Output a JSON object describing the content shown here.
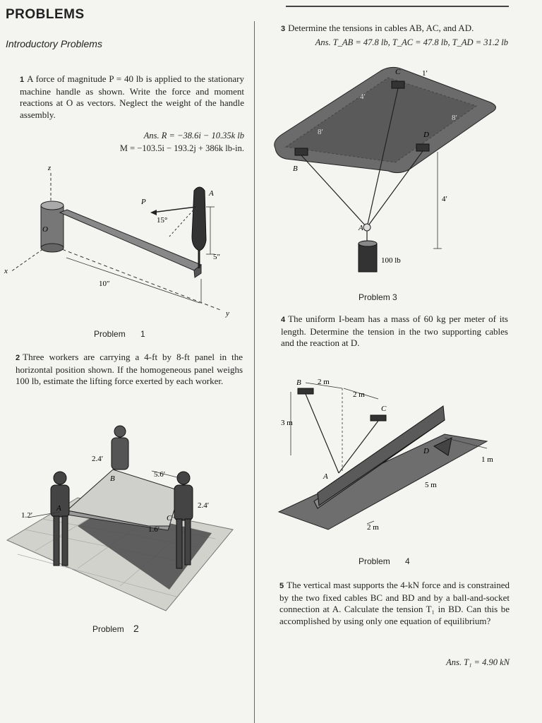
{
  "header": {
    "title": "PROBLEMS",
    "subtitle": "Introductory Problems"
  },
  "problems": [
    {
      "num": "1",
      "text": "A force of magnitude P = 40 lb is applied to the stationary machine handle as shown. Write the force and moment reactions at O as vectors. Neglect the weight of the handle assembly.",
      "ans_1": "Ans. R = −38.6i − 10.35k lb",
      "ans_2": "M = −103.5i − 193.2j + 386k lb-in.",
      "caption": "Problem",
      "caption_num": "1",
      "labels": {
        "z": "z",
        "x": "x",
        "y": "y",
        "p": "P",
        "a": "A",
        "o": "O",
        "angle": "15°",
        "d10": "10″",
        "d5": "5″"
      }
    },
    {
      "num": "2",
      "text": "Three workers are carrying a 4-ft by 8-ft panel in the horizontal position shown. If the homogeneous panel weighs 100 lb, estimate the lifting force exerted by each worker.",
      "caption": "Problem",
      "caption_num": "2",
      "labels": {
        "a": "A",
        "b": "B",
        "c": "C",
        "d24": "2.4′",
        "d56": "5.6′",
        "d24b": "2.4′",
        "d12": "1.2′",
        "d16": "1.6′"
      }
    },
    {
      "num": "3",
      "text": "Determine the tensions in cables AB, AC, and AD.",
      "ans_1": "Ans. T_AB = 47.8 lb, T_AC = 47.8 lb, T_AD = 31.2 lb",
      "caption": "Problem 3",
      "labels": {
        "b": "B",
        "c": "C",
        "d": "D",
        "a": "A",
        "d1": "1′",
        "d4": "4′",
        "d4b": "4′",
        "d8": "8′",
        "d8b": "8′",
        "weight": "100 lb"
      }
    },
    {
      "num": "4",
      "text": "The uniform I-beam has a mass of 60 kg per meter of its length. Determine the tension in the two supporting cables and the reaction at D.",
      "caption": "Problem",
      "caption_num": "4",
      "labels": {
        "b": "B",
        "c": "C",
        "d": "D",
        "a": "A",
        "m2a": "2 m",
        "m2b": "2 m",
        "m3": "3 m",
        "m1": "1 m",
        "m5": "5 m",
        "m2c": "2 m"
      }
    },
    {
      "num": "5",
      "text": "The vertical mast supports the 4-kN force and is constrained by the two fixed cables BC and BD and by a ball-and-socket connection at A. Calculate the tension T₁ in BD. Can this be accomplished by using only one equation of equilibrium?",
      "ans_1": "Ans. T₁ = 4.90 kN"
    }
  ]
}
